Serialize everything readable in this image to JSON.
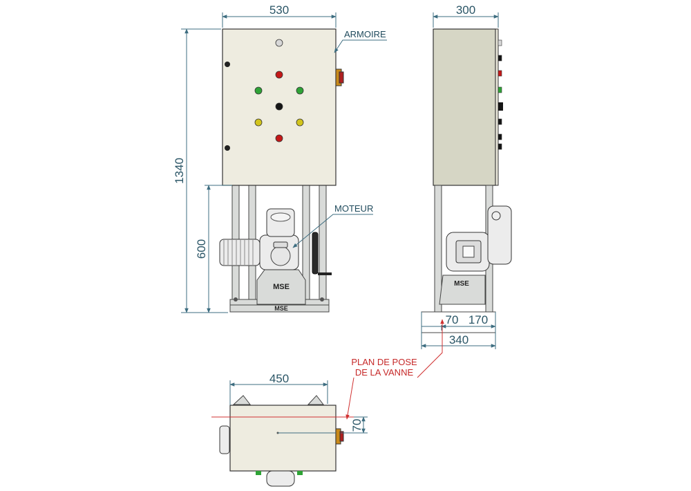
{
  "dimensions": {
    "cabinet_width": "530",
    "cabinet_depth": "300",
    "total_height": "1340",
    "frame_height": "600",
    "offset_front": "70",
    "offset_back": "170",
    "base_depth": "340",
    "top_width": "450",
    "top_offset": "70"
  },
  "labels": {
    "cabinet": "ARMOIRE",
    "motor": "MOTEUR",
    "valve_plane_line1": "PLAN DE POSE",
    "valve_plane_line2": "DE LA VANNE"
  },
  "brand": "MSE",
  "indicator_colors": {
    "white": "#d8d8d8",
    "red": "#c41818",
    "green": "#2ea336",
    "black": "#151515",
    "yellow": "#d2c41c"
  },
  "colors": {
    "cabinet_front": "#eeece0",
    "cabinet_side": "#d6d6c5",
    "dimension_lines": "#3d6d80",
    "valve_plane": "#d03030"
  }
}
